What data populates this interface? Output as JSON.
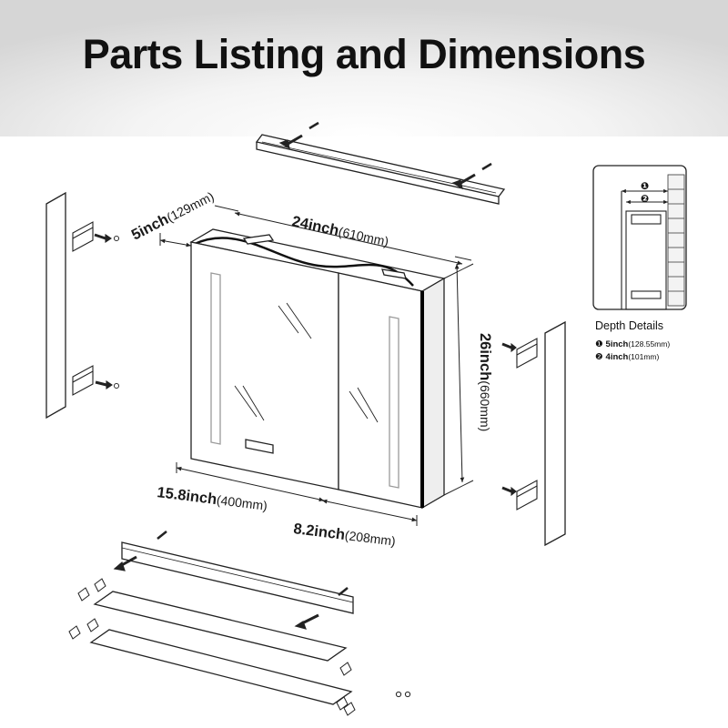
{
  "title": "Parts Listing and Dimensions",
  "dimensions": {
    "width": {
      "value": "24inch",
      "metric": "(610mm)"
    },
    "depth": {
      "value": "5inch",
      "metric": "(129mm)"
    },
    "height": {
      "value": "26inch",
      "metric": "(660mm)"
    },
    "left_door": {
      "value": "15.8inch",
      "metric": "(400mm)"
    },
    "right_door": {
      "value": "8.2inch",
      "metric": "(208mm)"
    }
  },
  "depth_details": {
    "title": "Depth Details",
    "marker_1": "❶",
    "marker_2": "❷",
    "item_1": {
      "value": "5inch",
      "metric": "(128.55mm)"
    },
    "item_2": {
      "value": "4inch",
      "metric": "(101mm)"
    }
  },
  "colors": {
    "line": "#222222",
    "led": "#9a9a9a",
    "cabinet_edge": "#111111",
    "header_gray": "#d6d6d6"
  }
}
